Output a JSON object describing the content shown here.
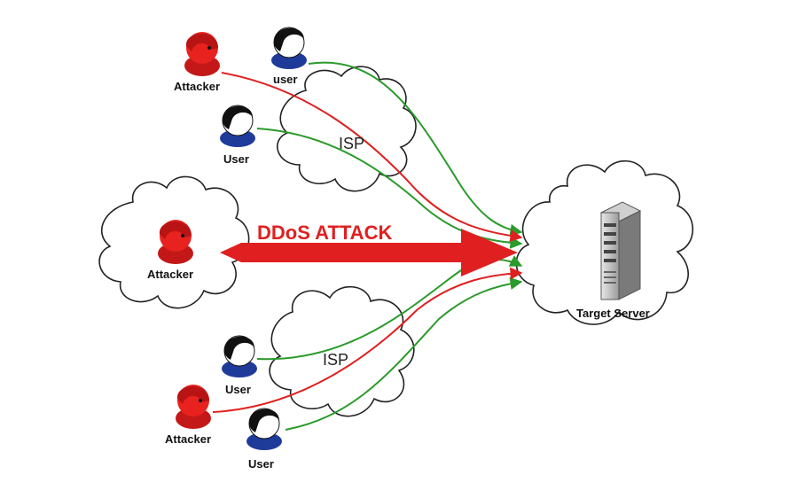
{
  "title": "DDoS ATTACK",
  "clouds": {
    "isp_top": "ISP",
    "isp_bottom": "ISP"
  },
  "nodes": {
    "attacker_top": "Attacker",
    "user_top": "user",
    "user_mid": "User",
    "attacker_middle": "Attacker",
    "user_bottom_1": "User",
    "attacker_bottom": "Attacker",
    "user_bottom_2": "User",
    "target": "Target Server"
  },
  "colors": {
    "attack": "#e02020",
    "legit": "#2a9a2a",
    "title": "#e02020",
    "attacker_head": "#e8221e",
    "user_shirt": "#1f3b9a",
    "user_hair": "#111111"
  },
  "icons": {
    "attacker": "attacker-person-icon",
    "user": "user-person-icon",
    "server": "server-tower-icon"
  }
}
